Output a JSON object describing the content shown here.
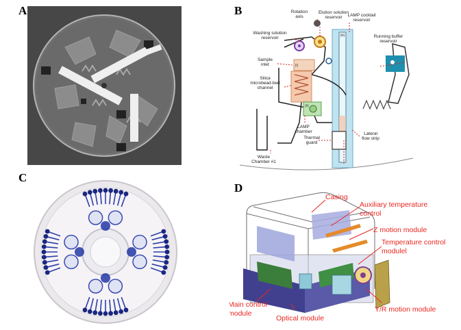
{
  "panels": {
    "a": {
      "letter": "A"
    },
    "b": {
      "letter": "B",
      "labels": {
        "rotation_axis": "Rotation\naxis",
        "elution_reservoir": "Elution solution\nreservoir",
        "lamp_cocktail": "LAMP cocktail\nreservoir",
        "washing_reservoir": "Washing solution\nreservoir",
        "running_buffer": "Running buffer\nreservoir",
        "sample_inlet": "Sample\ninlet",
        "silica_channel": "Silica\nmicrobead-bed\nchannel",
        "lamp_chamber": "LAMP\nchamber",
        "lateral_flow": "Lateral\nflow strip",
        "thermal_guard": "Thermal\nguard",
        "waste_chamber": "Waste\nChamber #1",
        "marker_i": "(i)",
        "marker_ii": "(ii)",
        "marker_iii": "(iii)"
      }
    },
    "c": {
      "letter": "C"
    },
    "d": {
      "letter": "D",
      "labels": {
        "casing": "Casing",
        "aux_temp": "Auxiliary temperature\ncontrol",
        "z_motion": "Z motion module",
        "temp_control": "Temperature control\nmodulel",
        "yr_motion": "Y/R motion module",
        "main_control": "Main control\nmodule",
        "optical": "Optical module"
      },
      "label_color": "#e8261f"
    }
  }
}
